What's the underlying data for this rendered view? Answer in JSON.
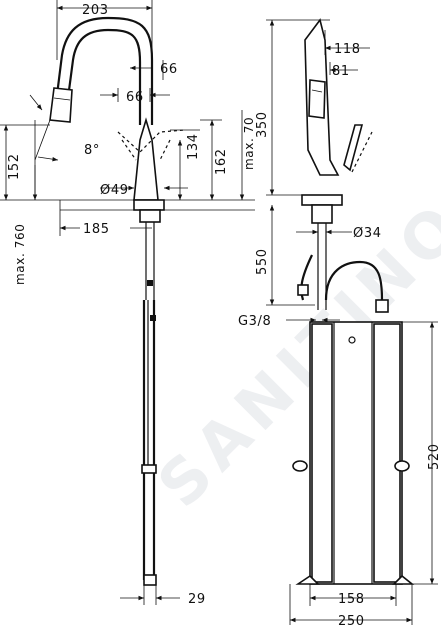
{
  "watermark": "SANITINO",
  "dimensions": {
    "d203": "203",
    "d66a": "66",
    "d66b": "66",
    "d8deg": "8°",
    "d152": "152",
    "d134": "134",
    "d162": "162",
    "dmax70": "max. 70",
    "d49": "Ø49",
    "dmax760": "max. 760",
    "d185": "185",
    "d29": "29",
    "d118": "118",
    "d81": "81",
    "d350": "350",
    "d550": "550",
    "d34": "Ø34",
    "g38": "G3/8",
    "d520": "520",
    "d158": "158",
    "d250": "250"
  }
}
